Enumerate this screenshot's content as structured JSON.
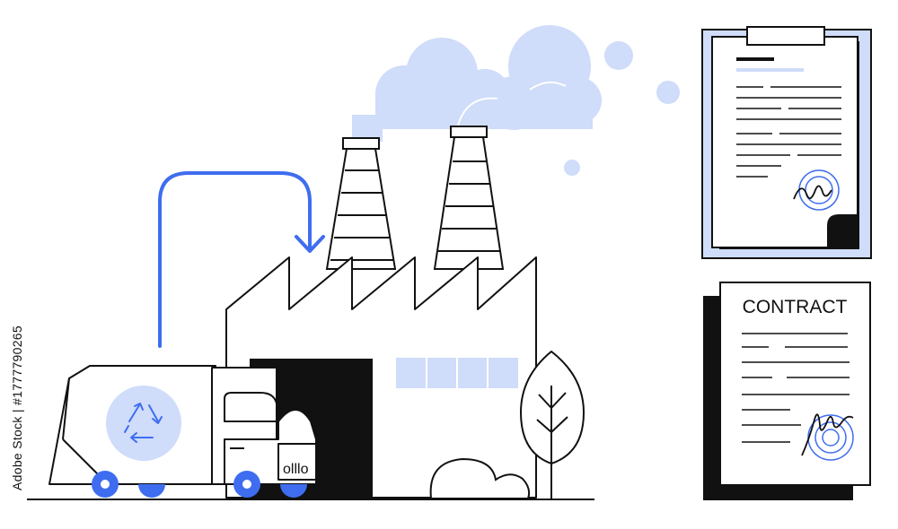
{
  "colors": {
    "ink": "#111111",
    "accent_blue": "#3f6df0",
    "light_blue": "#cfdcfa",
    "paper": "#ffffff"
  },
  "illustration": {
    "truck": {
      "badge_icon": "recycle-icon",
      "grille_text": "olllo"
    },
    "contract": {
      "title": "CONTRACT"
    }
  },
  "stock_id": "Adobe Stock | #1777790265",
  "watermark": "Adobe Stock"
}
